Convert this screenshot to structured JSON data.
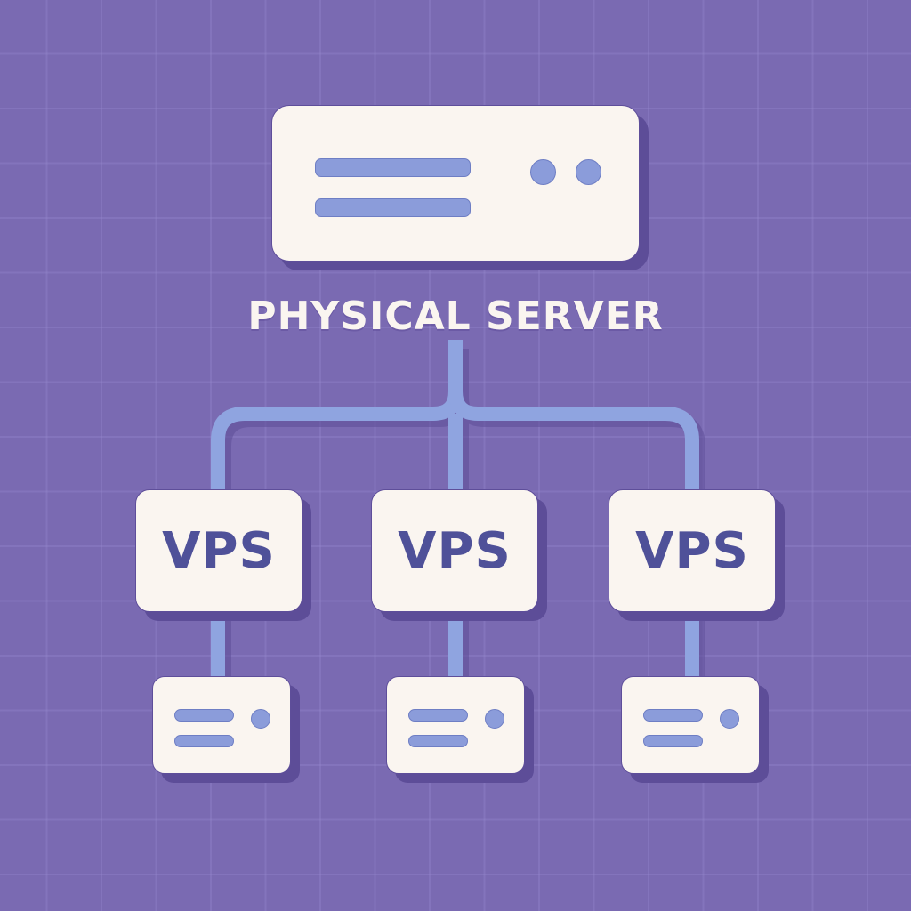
{
  "diagram": {
    "title": "PHYSICAL SERVER",
    "colors": {
      "background": "#7A6AB2",
      "card": "#FAF5F0",
      "connector": "#8FA4E0",
      "accent": "#8B9CDA",
      "label_text": "#4F5199"
    },
    "root": {
      "name": "physical-server",
      "icon": "server-icon",
      "indicator_lights": 2,
      "slots": 2
    },
    "children": [
      {
        "label": "VPS",
        "icon": "server-icon",
        "indicator_lights": 1,
        "slots": 2
      },
      {
        "label": "VPS",
        "icon": "server-icon",
        "indicator_lights": 1,
        "slots": 2
      },
      {
        "label": "VPS",
        "icon": "server-icon",
        "indicator_lights": 1,
        "slots": 2
      }
    ]
  }
}
